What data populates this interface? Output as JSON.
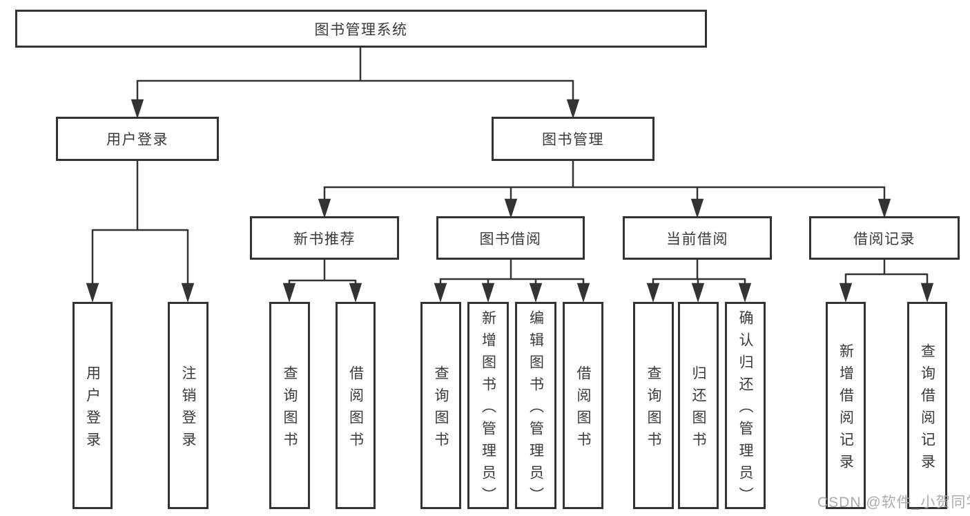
{
  "diagram": {
    "root": {
      "label": "图书管理系统"
    },
    "level2": [
      {
        "label": "用户登录"
      },
      {
        "label": "图书管理"
      }
    ],
    "level3": [
      {
        "label": "新书推荐"
      },
      {
        "label": "图书借阅"
      },
      {
        "label": "当前借阅"
      },
      {
        "label": "借阅记录"
      }
    ],
    "leaves": {
      "user_login": [
        {
          "label": "用户登录"
        },
        {
          "label": "注销登录"
        }
      ],
      "new_book": [
        {
          "label": "查询图书"
        },
        {
          "label": "借阅图书"
        }
      ],
      "book_borrow": [
        {
          "label": "查询图书"
        },
        {
          "label": "新增图书（管理员）"
        },
        {
          "label": "编辑图书（管理员）"
        },
        {
          "label": "借阅图书"
        }
      ],
      "current_borrow": [
        {
          "label": "查询图书"
        },
        {
          "label": "归还图书"
        },
        {
          "label": "确认归还（管理员）"
        }
      ],
      "borrow_record": [
        {
          "label": "新增借阅记录"
        },
        {
          "label": "查询借阅记录"
        }
      ]
    }
  },
  "watermark": {
    "text": "CSDN @软件_小贺同学"
  },
  "colors": {
    "line": "#333333",
    "box_border": "#333333",
    "text": "#3a3a3a",
    "watermark": "#a3a3a3",
    "background": "#ffffff"
  }
}
